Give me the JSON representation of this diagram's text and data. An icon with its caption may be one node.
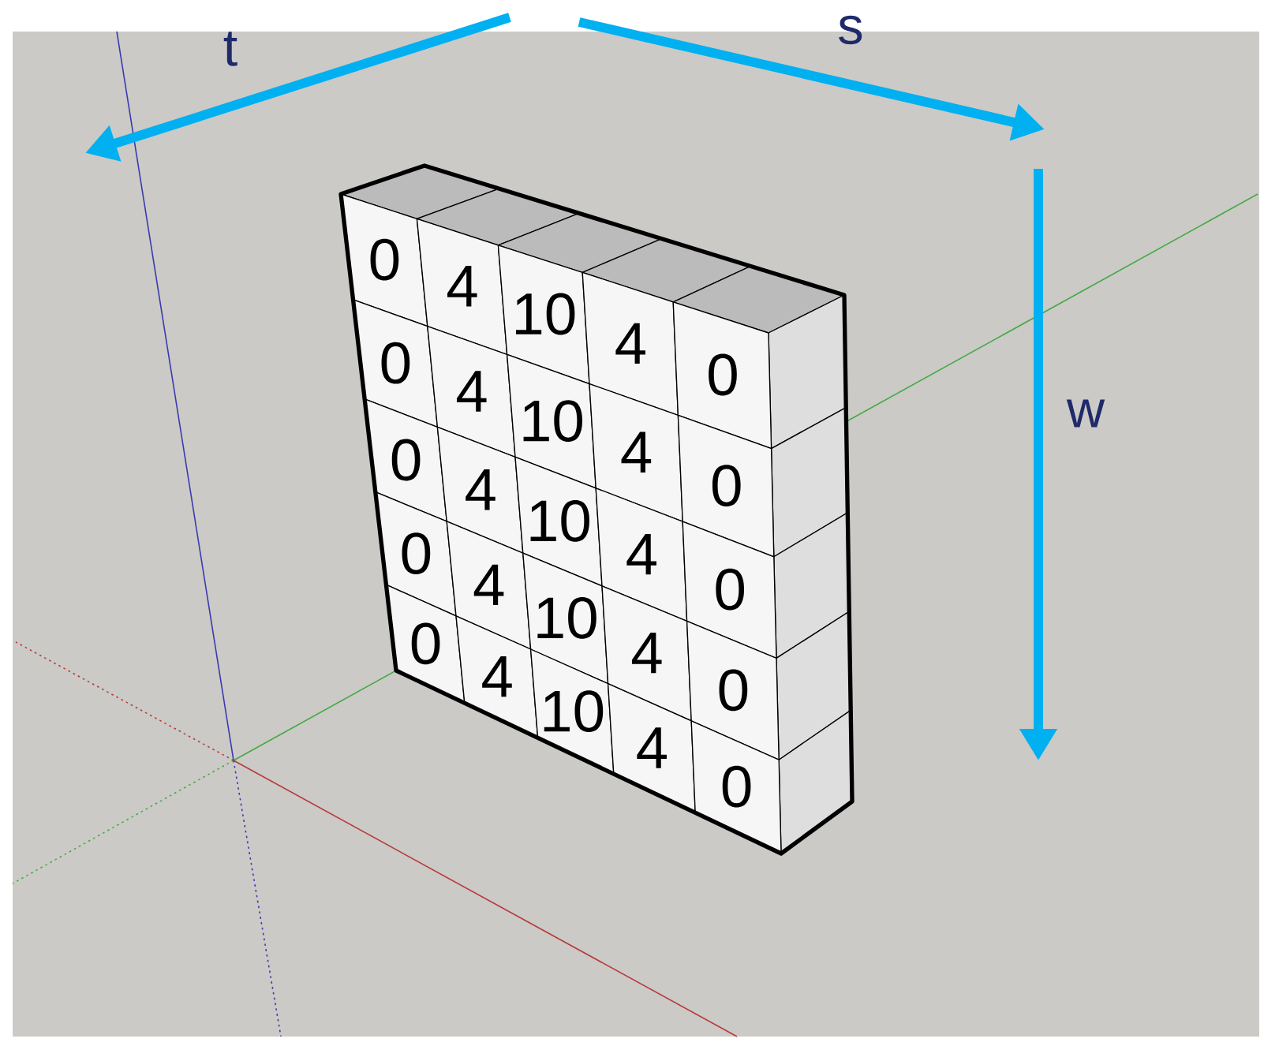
{
  "diagram": {
    "nodes": [
      {
        "text": [
          "0"
        ]
      },
      {
        "text": [
          "4"
        ]
      },
      {
        "text": [
          "10"
        ]
      },
      {
        "text": [
          "4"
        ]
      },
      {
        "text": [
          "0"
        ]
      },
      {
        "text": [
          "0"
        ]
      },
      {
        "text": [
          "4"
        ]
      },
      {
        "text": [
          "10"
        ]
      },
      {
        "text": [
          "4"
        ]
      },
      {
        "text": [
          "0"
        ]
      },
      {
        "text": [
          "0"
        ]
      },
      {
        "text": [
          "4"
        ]
      },
      {
        "text": [
          "10"
        ]
      },
      {
        "text": [
          "4"
        ]
      },
      {
        "text": [
          "0"
        ]
      },
      {
        "text": [
          "0"
        ]
      },
      {
        "text": [
          "4"
        ]
      },
      {
        "text": [
          "10"
        ]
      },
      {
        "text": [
          "4"
        ]
      },
      {
        "text": [
          "0"
        ]
      },
      {
        "text": [
          "0"
        ]
      },
      {
        "text": [
          "4"
        ]
      },
      {
        "text": [
          "10"
        ]
      },
      {
        "text": [
          "4"
        ]
      },
      {
        "text": [
          "0"
        ]
      }
    ],
    "labels": [
      "t",
      "s",
      "w"
    ]
  }
}
